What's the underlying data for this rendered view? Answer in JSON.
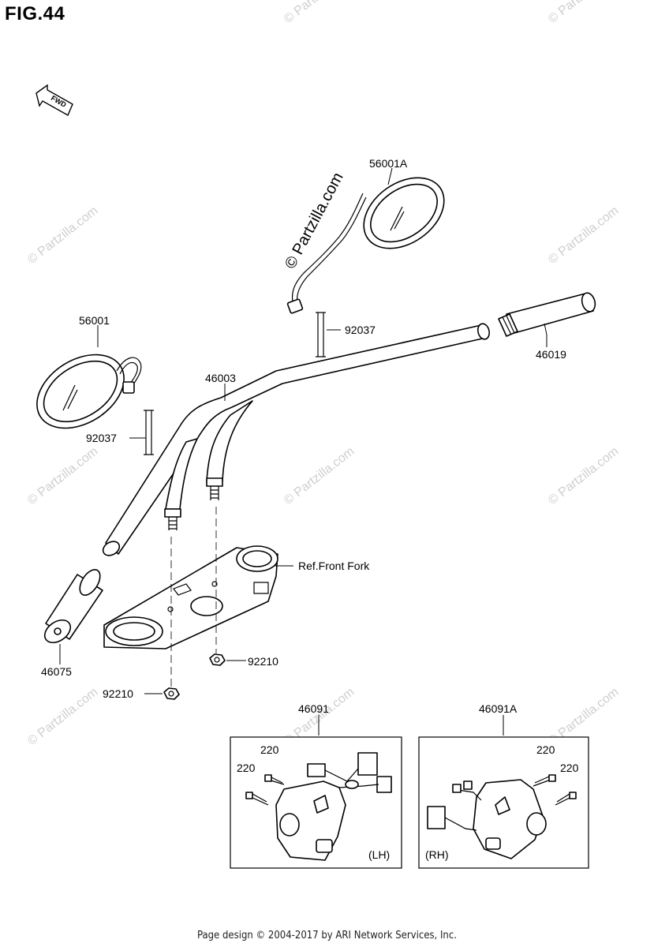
{
  "figure": {
    "title": "FIG.44"
  },
  "fwd_badge": "FWD",
  "watermarks": {
    "diagonal": "© Partzilla.com",
    "center": "© Partzilla.com"
  },
  "parts": {
    "mirror_right": "56001A",
    "mirror_left": "56001",
    "clamp_right": "92037",
    "clamp_left": "92037",
    "grip_right": "46019",
    "handlebar": "46003",
    "grip_left": "46075",
    "front_fork_ref": "Ref.Front Fork",
    "nut_right": "92210",
    "nut_left": "92210",
    "switch_lh": "46091",
    "switch_rh": "46091A",
    "screw_lh_a": "220",
    "screw_lh_b": "220",
    "screw_rh_a": "220",
    "screw_rh_b": "220"
  },
  "boxes": {
    "lh_tag": "(LH)",
    "rh_tag": "(RH)"
  },
  "footer": "Page design © 2004-2017 by ARI Network Services, Inc."
}
